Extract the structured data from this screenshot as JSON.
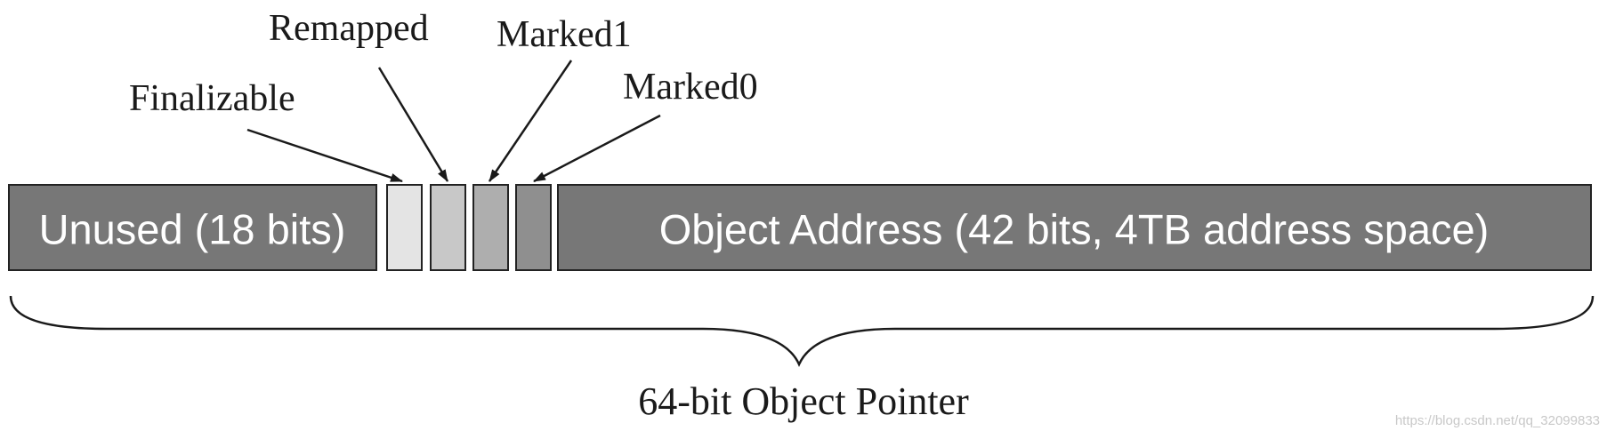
{
  "segments": {
    "unused": {
      "label": "Unused (18 bits)",
      "fill": "#777777"
    },
    "address": {
      "label": "Object Address (42 bits, 4TB address space)",
      "fill": "#777777"
    }
  },
  "flags": [
    {
      "key": "finalizable",
      "label": "Finalizable",
      "fill": "#e4e4e4"
    },
    {
      "key": "remapped",
      "label": "Remapped",
      "fill": "#c8c8c8"
    },
    {
      "key": "marked1",
      "label": "Marked1",
      "fill": "#aeaeae"
    },
    {
      "key": "marked0",
      "label": "Marked0",
      "fill": "#8f8f8f"
    }
  ],
  "caption": "64-bit Object Pointer",
  "watermark": "https://blog.csdn.net/qq_32099833",
  "colors": {
    "outline": "#222222",
    "text": "#1a1a1a"
  }
}
